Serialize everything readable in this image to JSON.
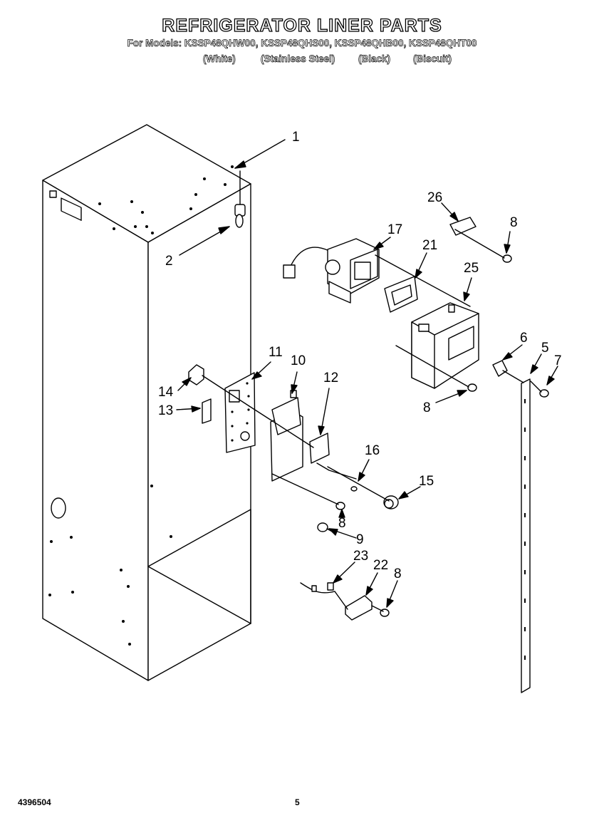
{
  "header": {
    "title": "REFRIGERATOR LINER PARTS",
    "models_line": "For Models: KSSP48QHW00, KSSP48QHS00, KSSP48QHB00, KSSP48QHT00",
    "variants": [
      "(White)",
      "(Stainless Steel)",
      "(Black)",
      "(Biscuit)"
    ]
  },
  "diagram": {
    "callouts": [
      "1",
      "2",
      "26",
      "8",
      "17",
      "21",
      "25",
      "6",
      "5",
      "7",
      "8",
      "11",
      "10",
      "12",
      "14",
      "13",
      "16",
      "15",
      "8",
      "9",
      "23",
      "22",
      "8"
    ]
  },
  "footer": {
    "doc_number": "4396504",
    "page_number": "5"
  }
}
